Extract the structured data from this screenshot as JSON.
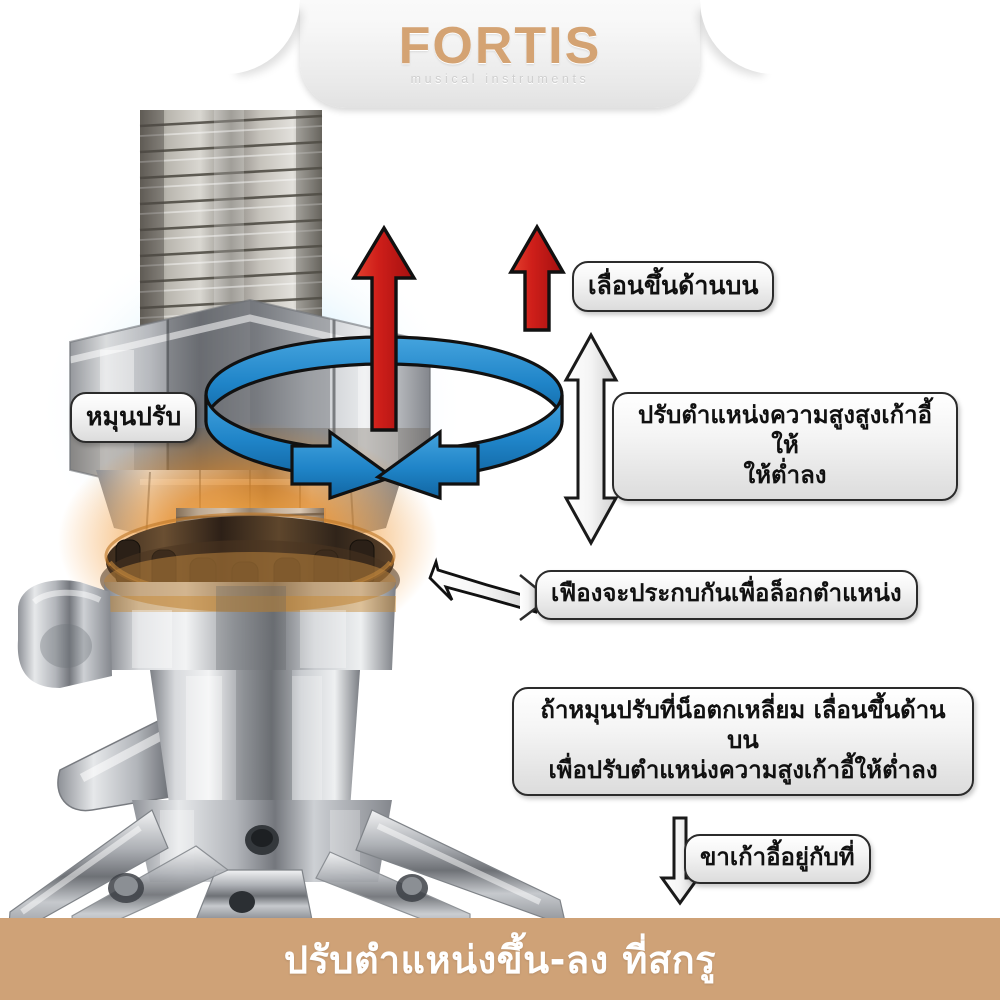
{
  "header": {
    "brand": "FORTIS",
    "tagline": "musical instruments",
    "brand_color": "#d4a373"
  },
  "product_photo": {
    "alt_name": "drum-throne-height-adjust-screw",
    "parts": [
      "threaded-screw-rod",
      "hex-nut",
      "toothed-gear-washer",
      "tripod-base-legs",
      "wing-screw-clamp"
    ]
  },
  "annotations": {
    "red_up_arrow_on_screw": "up",
    "red_up_arrow_right": "up",
    "blue_rotation_ring": "rotate",
    "grey_double_arrow": "up-down",
    "grey_down_arrow": "down",
    "gear_pointer_arrow": "points-to-gear"
  },
  "labels": [
    {
      "id": "slide-up",
      "text": "เลื่อนขึ้นด้านบน"
    },
    {
      "id": "lower-seat",
      "line1": "ปรับตำแหน่งความสูงสูงเก้าอี้ให้",
      "line2": "ให้ต่ำลง"
    },
    {
      "id": "rotate",
      "text": "หมุนปรับ"
    },
    {
      "id": "gear-lock",
      "text": "เฟืองจะประกบกันเพื่อล็อกตำแหน่ง"
    },
    {
      "id": "hex-nut",
      "line1": "ถ้าหมุนปรับที่น็อตกเหลี่ยม เลื่อนขึ้นด้านบน",
      "line2": "เพื่อปรับตำแหน่งความสูงเก้าอี้ให้ต่ำลง"
    },
    {
      "id": "legs-fixed",
      "text": "ขาเก้าอี้อยู่กับที่"
    }
  ],
  "caption": {
    "text": "ปรับตำแหน่งขึ้น-ลง ที่สกรู",
    "background": "#cfa277",
    "color": "#ffffff"
  },
  "colors": {
    "accent_brand": "#d4a373",
    "arrow_red": "#d32020",
    "arrow_blue": "#1f84c8",
    "arrow_grey": "#e8e8e8",
    "gear_glow": "#f08a18",
    "label_border": "#2b2b2b"
  }
}
